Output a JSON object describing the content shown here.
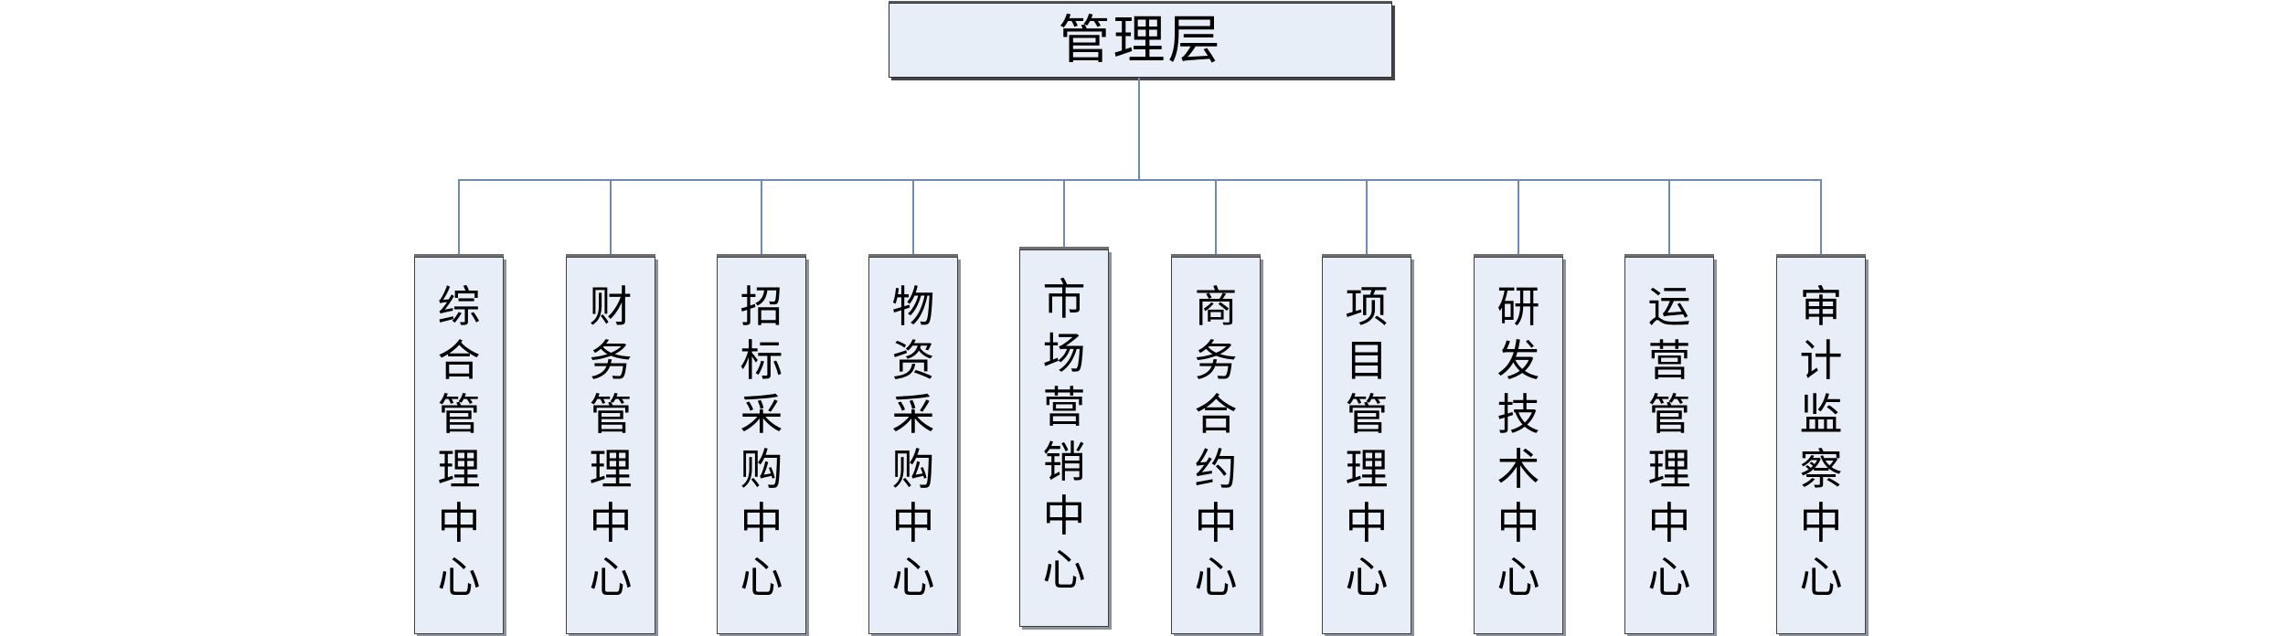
{
  "diagram": {
    "root": {
      "label": "管理层"
    },
    "departments": [
      {
        "label": "综合管理中心"
      },
      {
        "label": "财务管理中心"
      },
      {
        "label": "招标采购中心"
      },
      {
        "label": "物资采购中心"
      },
      {
        "label": "市场营销中心"
      },
      {
        "label": "商务合约中心"
      },
      {
        "label": "项目管理中心"
      },
      {
        "label": "研发技术中心"
      },
      {
        "label": "运营管理中心"
      },
      {
        "label": "审计监察中心"
      }
    ],
    "colors": {
      "background": "#ffffff",
      "box_fill": "#e8eef7",
      "box_border": "#3f3f3f",
      "box_shadow_gray": "#8e939b",
      "box_top_shadow_gray": "#6e6e6e",
      "root_border": "#2d2d2d",
      "root_shadow": "#454545",
      "connector_line": "#6b8cb0",
      "text": "#000000"
    }
  }
}
